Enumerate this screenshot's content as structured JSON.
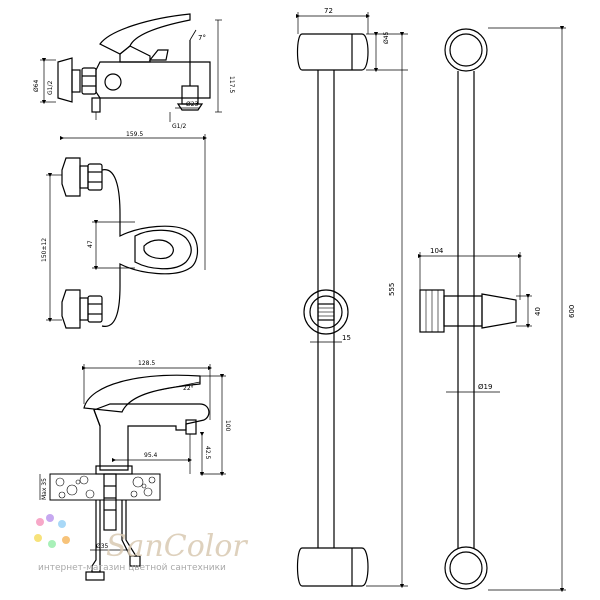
{
  "labels": {
    "top_view": {
      "angle": "7°",
      "d64": "Ø64",
      "g12_left": "G1/2",
      "g12_bottom": "G1/2",
      "h1175": "117.5",
      "d23": "Ø23"
    },
    "front_view": {
      "w1595": "159.5",
      "h47": "47",
      "range": "150±12"
    },
    "basin_view": {
      "w1285": "128.5",
      "angle22": "22°",
      "h100": "100",
      "d954": "95.4",
      "h425": "42.5",
      "max35": "Max 35",
      "d35": "Ø35"
    },
    "bar_left": {
      "w72": "72",
      "d45": "Ø45",
      "s15": "15",
      "h555": "555"
    },
    "bar_right": {
      "w104": "104",
      "h40": "40",
      "h600": "600",
      "d19": "Ø19"
    }
  },
  "logo": {
    "brand": "SanColor",
    "tagline": "интернет-магазин цветной сантехники",
    "dots": [
      "#f7a8c8",
      "#c6a8f0",
      "#a8d8f7",
      "#f7e27a",
      "#a8f0b8",
      "#f7c37a"
    ]
  }
}
